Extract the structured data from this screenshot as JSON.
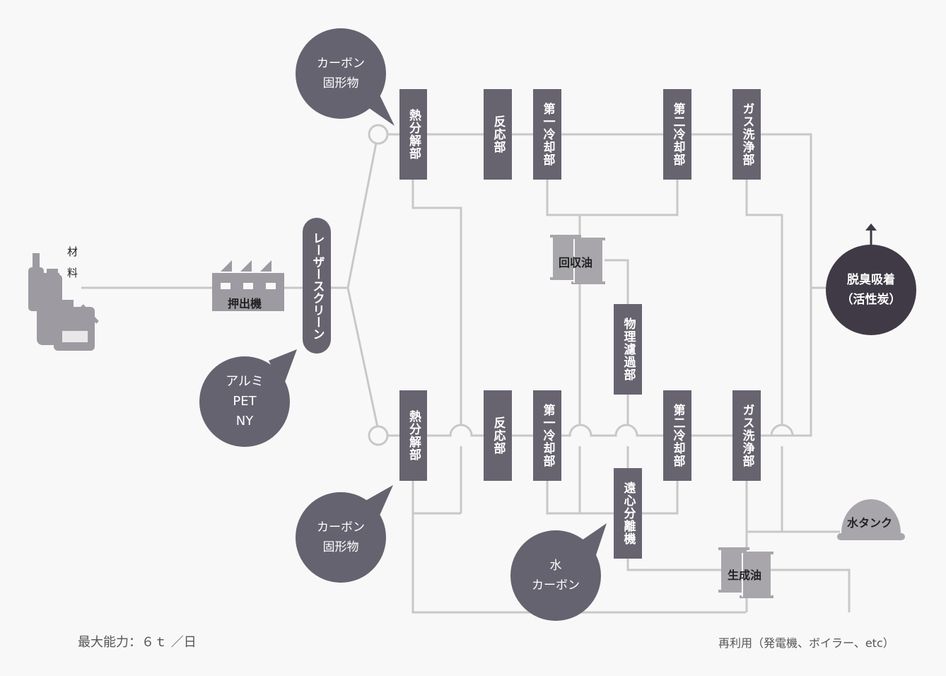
{
  "material": {
    "label": "材　料"
  },
  "extruder": {
    "label": "押出機"
  },
  "laser_screen": {
    "label": "レーザースクリーン"
  },
  "bubble_alu": {
    "lines": [
      "アルミ",
      "PET",
      "NY"
    ]
  },
  "bubble_carbon_top": {
    "lines": [
      "カーボン",
      "固形物"
    ]
  },
  "bubble_carbon_bottom": {
    "lines": [
      "カーボン",
      "固形物"
    ]
  },
  "bubble_water": {
    "lines": [
      "水",
      "カーボン"
    ]
  },
  "top_line": {
    "pyrolysis": "熱分解部",
    "reaction": "反応部",
    "cooling1": "第一冷却部",
    "cooling2": "第二冷却部",
    "gas_wash": "ガス洗浄部"
  },
  "bottom_line": {
    "pyrolysis": "熱分解部",
    "reaction": "反応部",
    "cooling1": "第一冷却部",
    "cooling2": "第二冷却部",
    "gas_wash": "ガス洗浄部"
  },
  "recovered_oil": {
    "label": "回収油"
  },
  "physical_filter": {
    "label": "物理濾過部"
  },
  "centrifuge": {
    "label": "遠心分離機"
  },
  "product_oil": {
    "label": "生成油"
  },
  "water_tank": {
    "label": "水タンク"
  },
  "deodorize": {
    "lines": [
      "脱臭吸着",
      "（活性炭）"
    ]
  },
  "footer": {
    "capacity": "最大能力：６ｔ ／日",
    "reuse": "再利用（発電機、ボイラー、etc）"
  },
  "colors": {
    "box": "#676470",
    "bubble": "#656370",
    "dark_bubble": "#3f3a45",
    "line": "#c9c9c9",
    "drum": "#a8a6ab"
  }
}
